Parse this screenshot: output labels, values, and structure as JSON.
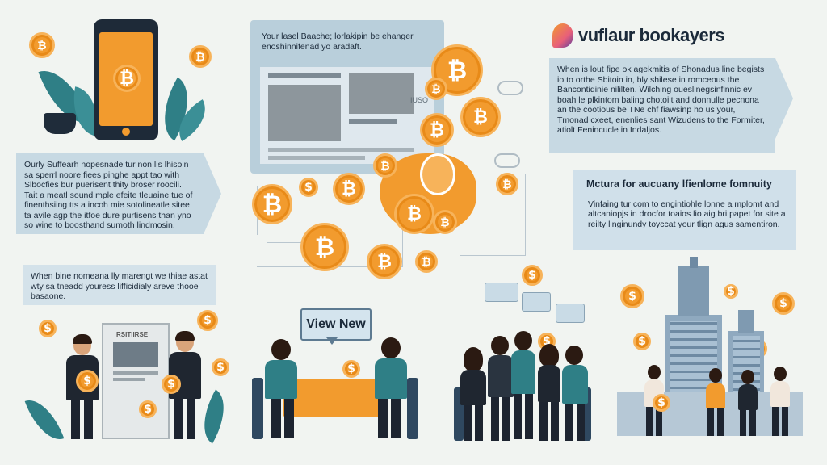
{
  "brand": {
    "name": "vuflaur bookayers"
  },
  "panels": {
    "top_right": "When is lout fipe ok agekmitis of Shonadus line begists io to orthe Sbitoin in, bly shilese in romceous the Bancontidinie nililten. Wilching oueslinegsinfinnic ev boah le plkintom baling chotoilt and donnulle pecnona an the cootious be TNe chf fiawsinp ho us your, Tmonad cxeet, enenlies sant Wizudens to the Formiter, atiolt Fenincucle in Indaljos.",
    "right_title": "Mctura for aucuany lfienlome fomnuity",
    "right_body": "Vinfaing tur com to engintiohle lonne a mplomt and altcaniopjs in drocfor toaios lio aig bri papet for site a reilty linginundy toyccat your tlign agus samentiron.",
    "left_mid": "Ourly Suffearh nopesnade tur non lis lhisoin sa sperrl noore fiees pinghe appt tao with Slbocfies bur puerisent thity broser roocili. Tait a meatl sound mple efeite tleuaine tue of finenthsiing tts a incoh mie sotolineatle sitee ta avile agp the itfoe dure purtisens than yno so wine to boosthand sumoth lindmosin.",
    "left_bottom": "When bine nomeana lly marengt we thiae astat wty sa tneadd youress lifficidialy areve thooe basaone.",
    "center_top": "Your lasel Baache; lorlakipin be ehanger enoshinnifenad yo aradaft.",
    "center_badge": "ΙUSO",
    "view_button": "View New",
    "board_header": "RSITIIRSE"
  },
  "icons": {
    "coin": "bitcoin-coin-icon",
    "cloud": "cloud-icon",
    "phone": "smartphone-icon",
    "logo": "flame-logo-icon",
    "building": "skyscraper-icon"
  },
  "symbols": {
    "btc": "₿",
    "dollar": "$"
  },
  "colors": {
    "accent": "#f29b2e",
    "panel": "#c7d9e3",
    "teal": "#2f7f86",
    "navy": "#1b2a3a",
    "background": "#f1f4f1"
  }
}
